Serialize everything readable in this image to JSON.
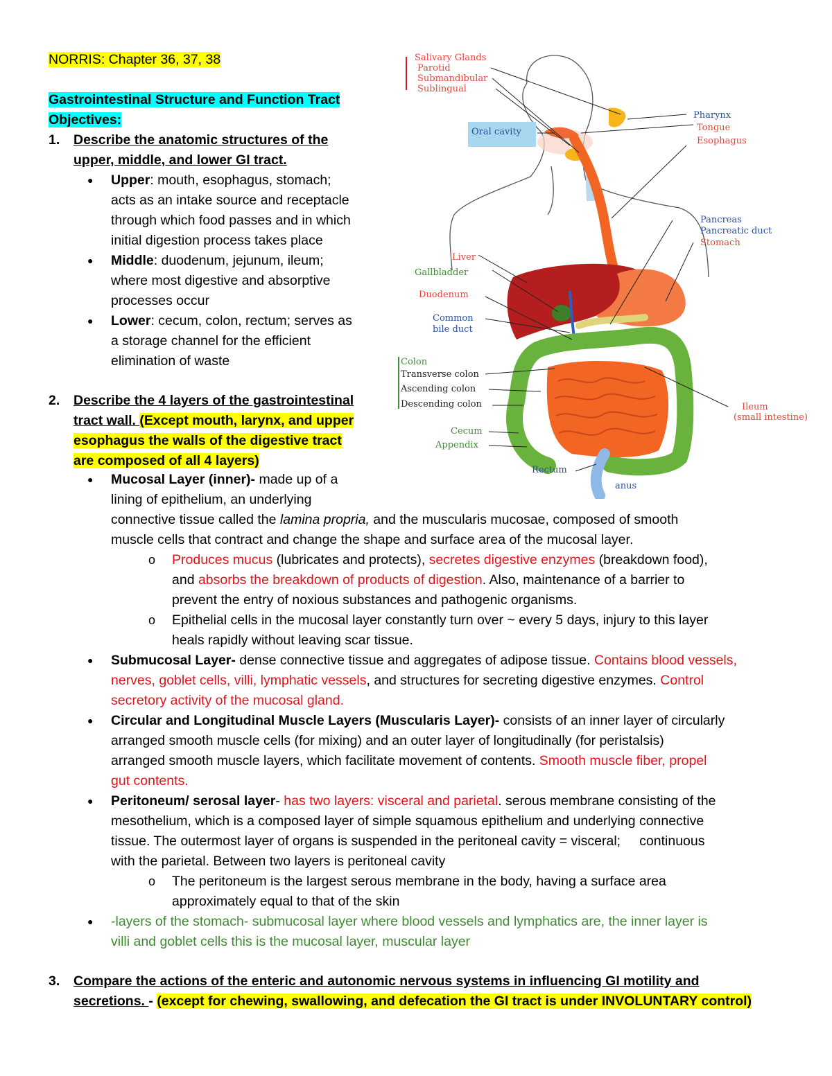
{
  "header": {
    "title": "NORRIS: Chapter 36, 37, 38",
    "section_title_1": "Gastrointestinal Structure and Function Tract",
    "section_title_2": "Objectives:"
  },
  "obj1": {
    "num": "1.",
    "line1": "Describe the anatomic structures of the",
    "line2": "upper, middle, and lower GI tract.",
    "upper_label": "Upper",
    "upper_l1": ": mouth, esophagus, stomach;",
    "upper_l2": "acts as an intake source and receptacle",
    "upper_l3": "through which food passes and in which",
    "upper_l4": "initial digestion process takes place",
    "middle_label": "Middle",
    "middle_l1": ": duodenum, jejunum, ileum;",
    "middle_l2": "where most digestive and absorptive",
    "middle_l3": "processes occur",
    "lower_label": "Lower",
    "lower_l1": ": cecum, colon, rectum; serves as",
    "lower_l2": "a storage channel for the efficient",
    "lower_l3": "elimination of waste"
  },
  "obj2": {
    "num": "2.",
    "line1": "Describe the 4 layers of the gastrointestinal",
    "line2a": "tract wall. ",
    "line2b": "(Except mouth, larynx, and upper",
    "line3": "esophagus the walls of the digestive tract",
    "line4": "are composed of all 4 layers)",
    "mucosal_label": "Mucosal Layer (inner)-",
    "mucosal_l1": " made up of a",
    "mucosal_l2": "lining of epithelium, an underlying",
    "mucosal_l3a": "connective tissue called the ",
    "mucosal_l3_italic": "lamina propria,",
    "mucosal_l3b": " and the muscularis mucosae, composed of smooth",
    "mucosal_l4": "muscle cells that contract and change the shape and surface area of the mucosal layer.",
    "sub1_red1": "Produces mucus",
    "sub1_t1": " (lubricates and protects), ",
    "sub1_red2": "secretes digestive enzymes",
    "sub1_t2": " (breakdown food),",
    "sub1_t3": "and ",
    "sub1_red3": "absorbs the breakdown of products of digestion",
    "sub1_t4": ". Also, maintenance of a barrier to",
    "sub1_t5": "prevent the entry of noxious substances and pathogenic organisms.",
    "sub2_l1": "Epithelial cells in the mucosal layer constantly turn over ~ every 5 days, injury to this layer",
    "sub2_l2": "heals rapidly without leaving scar tissue.",
    "submucosal_label": "Submucosal Layer-",
    "submucosal_t1": " dense connective tissue and aggregates of adipose tissue. ",
    "submucosal_red1": "Contains blood vessels,",
    "submucosal_red2": "nerves, goblet cells, villi, lymphatic vessels",
    "submucosal_t2": ", and structures for secreting digestive enzymes. ",
    "submucosal_red3": "Control",
    "submucosal_red4": "secretory activity of the mucosal gland.",
    "muscle_label": "Circular and Longitudinal Muscle Layers (Muscularis Layer)-",
    "muscle_t1": " consists of an inner layer of circularly",
    "muscle_l2": "arranged smooth muscle cells (for mixing) and an outer layer of longitudinally (for peristalsis)",
    "muscle_l3": "arranged smooth muscle layers, which facilitate movement of contents. ",
    "muscle_red1": "Smooth muscle fiber, propel",
    "muscle_red2": "gut contents.",
    "perit_label": "Peritoneum/ serosal layer",
    "perit_dash": "- ",
    "perit_red": "has two layers: visceral and parietal",
    "perit_t1": ". serous membrane consisting of the",
    "perit_l2": "mesothelium, which is a composed layer of simple squamous epithelium and underlying connective",
    "perit_l3": "tissue. The outermost layer of organs is suspended in the peritoneal cavity = visceral;     continuous",
    "perit_l4": "with the parietal. Between two layers is peritoneal cavity",
    "perit_sub_l1": "The peritoneum is the largest serous membrane in the body, having a surface area",
    "perit_sub_l2": "approximately equal to that of the skin",
    "green_l1": "-layers of the stomach- submucosal layer where blood vessels and lymphatics are, the inner layer is",
    "green_l2": "villi and goblet cells this is the mucosal layer, muscular layer"
  },
  "obj3": {
    "num": "3.",
    "line1": "Compare the actions of the enteric and autonomic nervous systems in influencing GI motility and",
    "line2a": "secretions. ",
    "line2_dash": "- ",
    "line2_hl": "(except for chewing, swallowing, and defecation the GI tract is under INVOLUNTARY control)"
  },
  "diagram": {
    "labels": {
      "salivary": "Salivary Glands",
      "parotid": "Parotid",
      "submandibular": "Submandibular",
      "sublingual": "Sublingual",
      "oral": "Oral cavity",
      "pharynx": "Pharynx",
      "tongue": "Tongue",
      "esophagus": "Esophagus",
      "pancreas": "Pancreas",
      "pancreatic_duct": "Pancreatic duct",
      "stomach": "Stomach",
      "liver": "Liver",
      "gallbladder": "Gallbladder",
      "duodenum": "Duodenum",
      "common1": "Common",
      "common2": "bile duct",
      "colon": "Colon",
      "transverse": "Transverse colon",
      "ascending": "Ascending colon",
      "descending": "Descending colon",
      "ileum": "Ileum",
      "ileum_sub": "(small intestine)",
      "cecum": "Cecum",
      "appendix": "Appendix",
      "rectum": "Rectum",
      "anus": "anus"
    },
    "colors": {
      "red_label": "#e8453c",
      "blue_label": "#2a4f9a",
      "green_label": "#3f8f35",
      "orange_organ": "#f26522",
      "liver": "#b41e1e",
      "green_colon": "#6ab23e"
    }
  }
}
